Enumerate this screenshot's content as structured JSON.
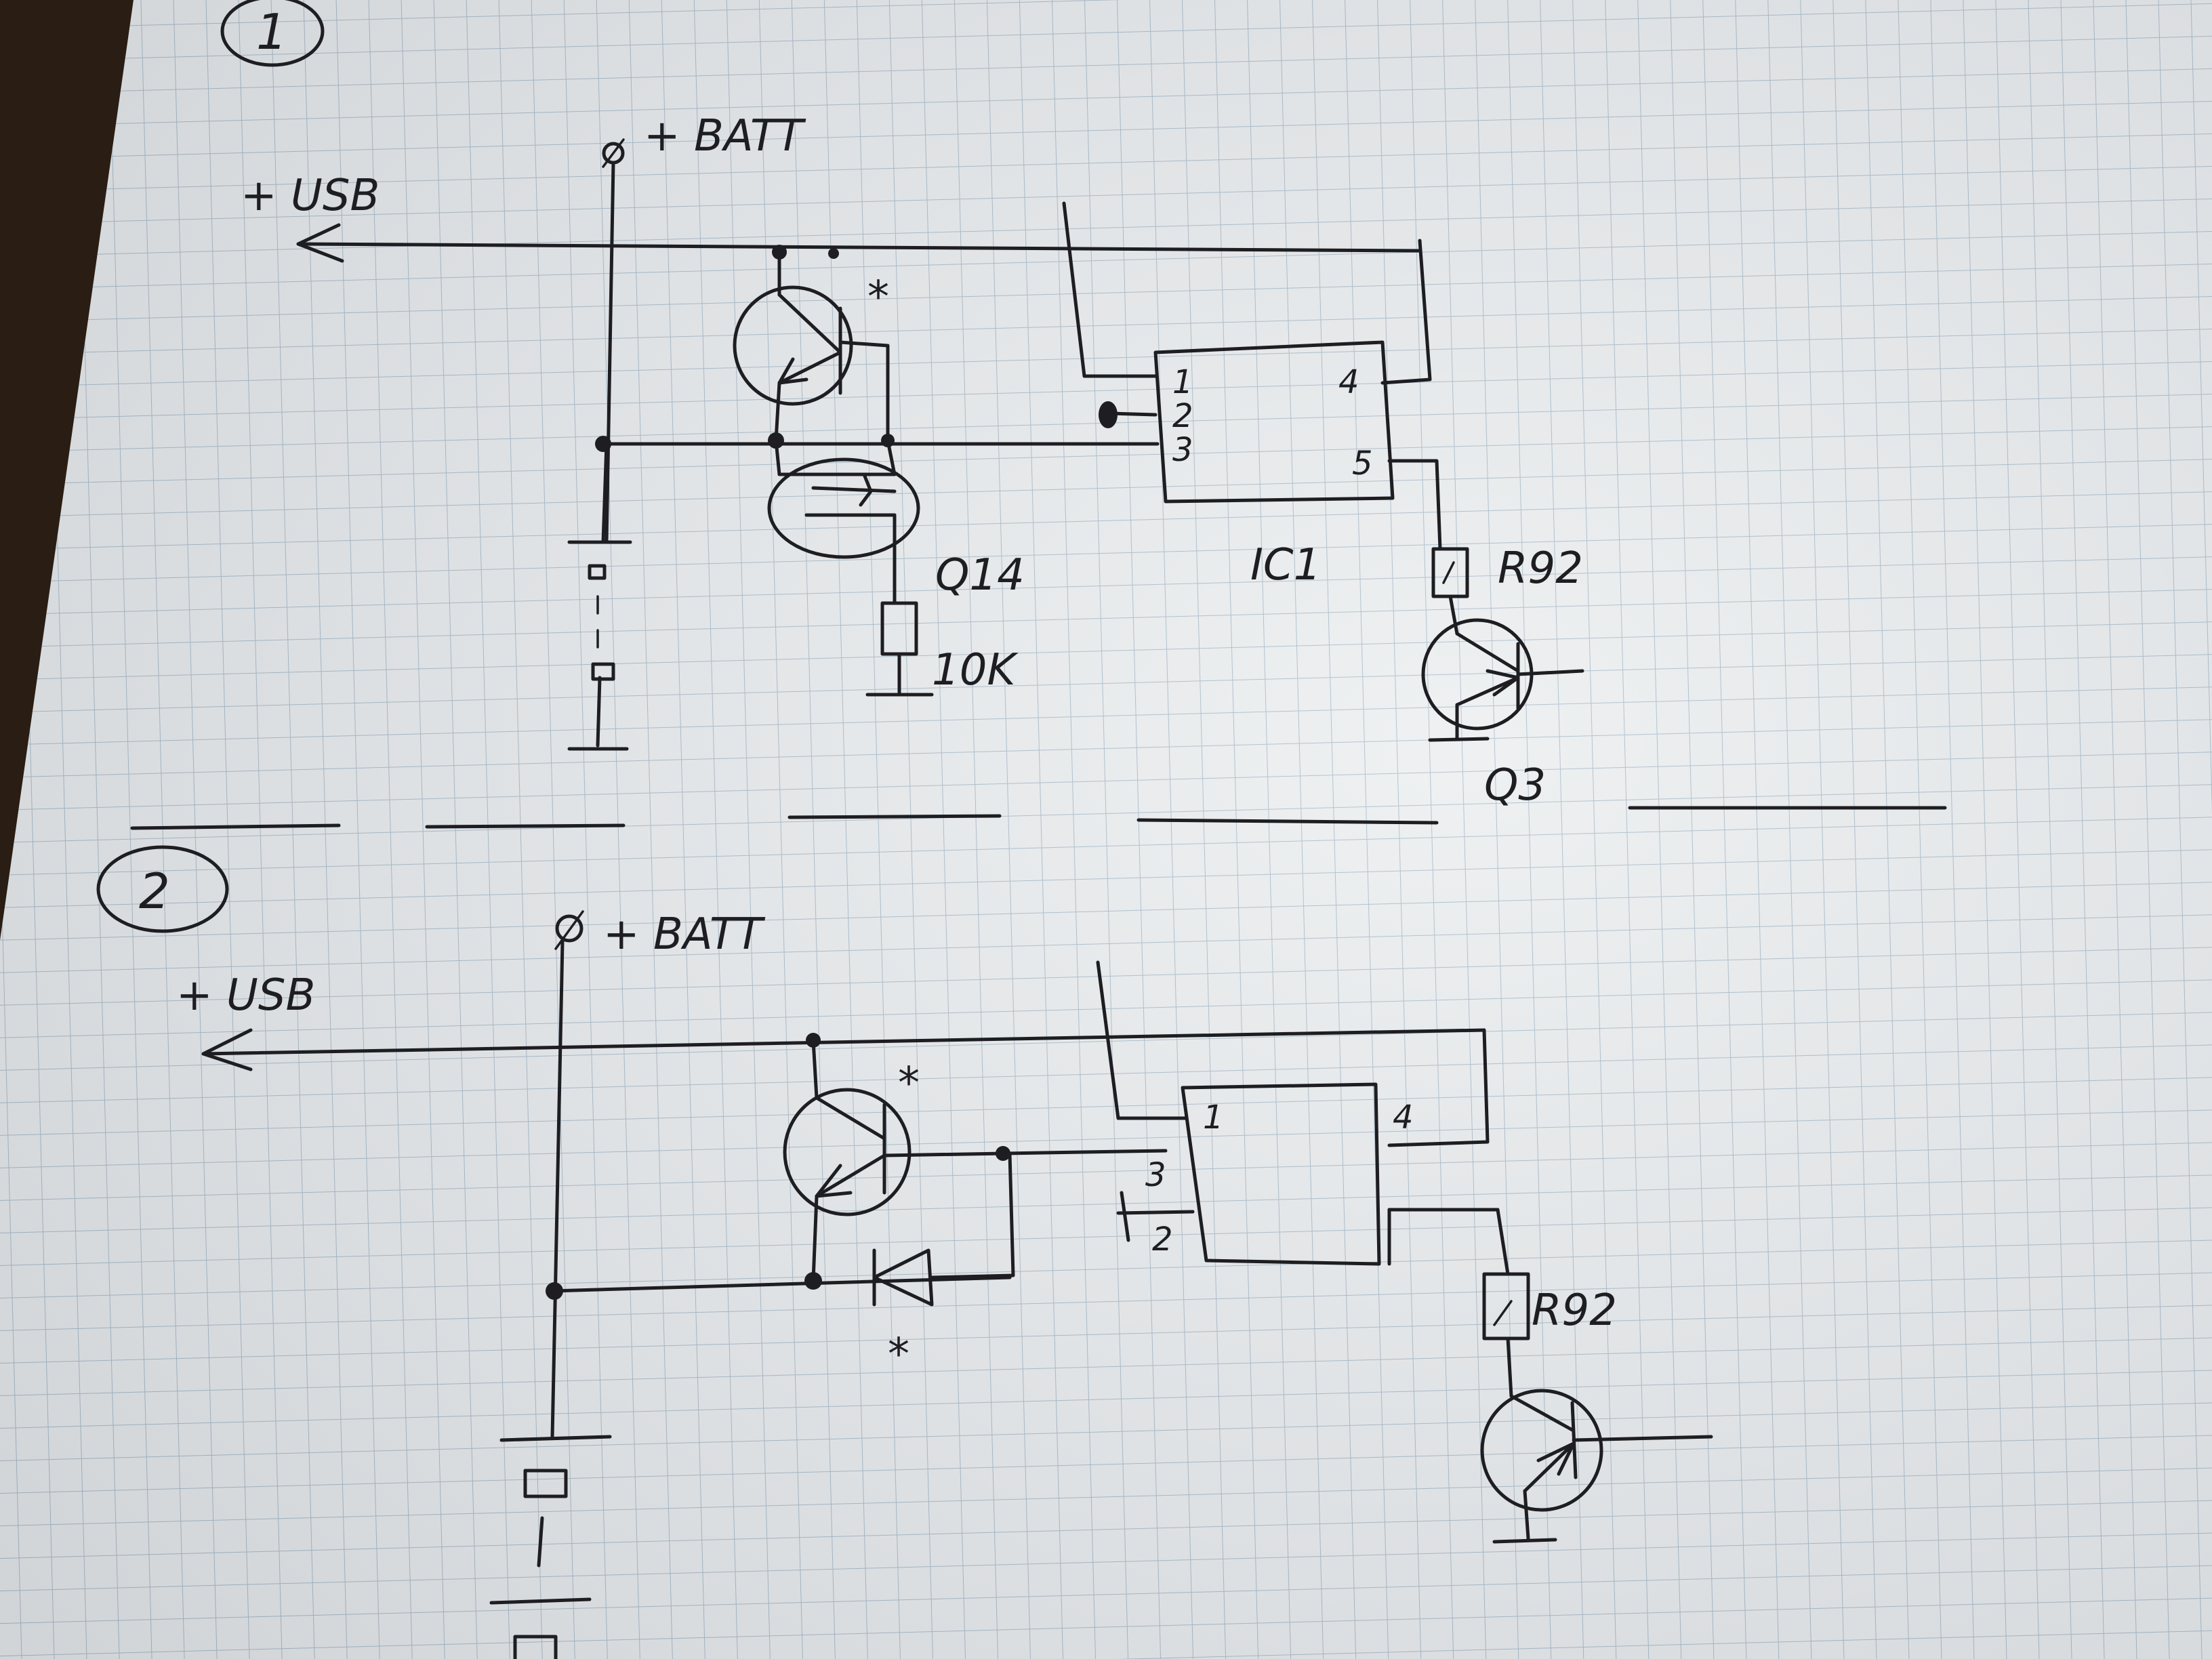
{
  "sheet_numbers": [
    "1",
    "2"
  ],
  "diagram_1": {
    "batt_label": "+ BATT",
    "usb_label": "+ USB",
    "transistor_star": "*",
    "ic_label": "IC1",
    "ic_pins": [
      "1",
      "2",
      "3",
      "4",
      "5"
    ],
    "mosfet_label": "Q14",
    "resistor_label": "10K",
    "r_label": "R92",
    "q_label": "Q3"
  },
  "diagram_2": {
    "batt_label": "+ BATT",
    "usb_label": "+ USB",
    "transistor_star": "*",
    "diode_star": "*",
    "ic_pins": [
      "1",
      "3",
      "2",
      "4"
    ],
    "r_label": "R92"
  },
  "colors": {
    "paper": "#e9ecee",
    "grid": "#9fb3c4",
    "ink": "#1e1e22"
  }
}
